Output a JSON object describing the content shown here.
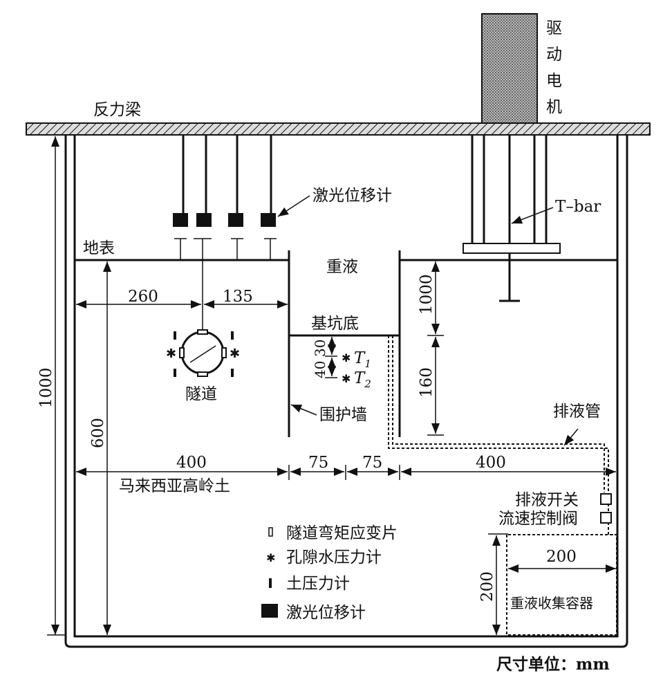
{
  "labels": {
    "reaction_beam": "反力梁",
    "motor": [
      "驱",
      "动",
      "电",
      "机"
    ],
    "laser_gauge": "激光位移计",
    "tbar": "T–bar",
    "ground": "地表",
    "heavy_liquid": "重液",
    "pit_bottom": "基坑底",
    "tunnel": "隧道",
    "retaining_wall": "围护墙",
    "drain_pipe": "排液管",
    "soil": "马来西亚高岭土",
    "drain_switch": "排液开关",
    "flow_valve": "流速控制阀",
    "collector": "重液收集容器",
    "t1": "T",
    "t1_sub": "1",
    "t2": "T",
    "t2_sub": "2",
    "unit": "尺寸单位：mm"
  },
  "dimensions": {
    "d260": "260",
    "d135": "135",
    "d1000_top": "1000",
    "d160": "160",
    "d40": "40",
    "d30": "30",
    "d1000_total": "1000",
    "d600": "600",
    "d400_left": "400",
    "d75_a": "75",
    "d75_b": "75",
    "d400_right": "400",
    "d200_w": "200",
    "d200_h": "200"
  },
  "legend": [
    {
      "symbol": "strain-gauge",
      "label": "隧道弯矩应变片"
    },
    {
      "symbol": "pore-pressure",
      "label": "孔隙水压力计"
    },
    {
      "symbol": "earth-pressure",
      "label": "土压力计"
    },
    {
      "symbol": "laser",
      "label": "激光位移计"
    }
  ]
}
